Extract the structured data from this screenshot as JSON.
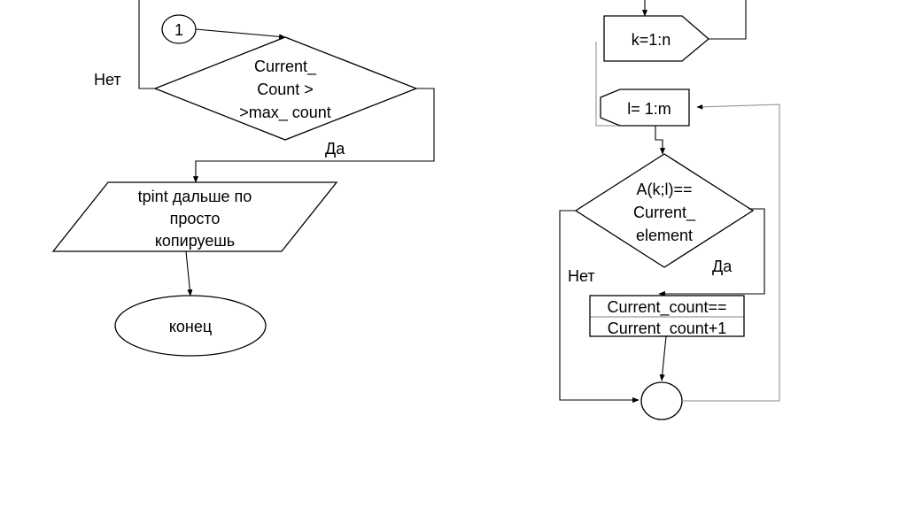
{
  "left_flow": {
    "connector_label": "1",
    "decision": [
      "Current_",
      "Count >",
      ">max_ count"
    ],
    "no_label": "Нет",
    "yes_label": "Да",
    "output": [
      "tpint дальше по",
      "просто",
      "копируешь"
    ],
    "end_label": "конец"
  },
  "right_flow": {
    "loop_k": "k=1:n",
    "loop_l": "l= 1:m",
    "decision": [
      "A(k;l)==",
      "Current_",
      "element"
    ],
    "yes_label": "Да",
    "no_label": "Нет",
    "process": [
      "Current_count==",
      "Current_count+1"
    ]
  }
}
